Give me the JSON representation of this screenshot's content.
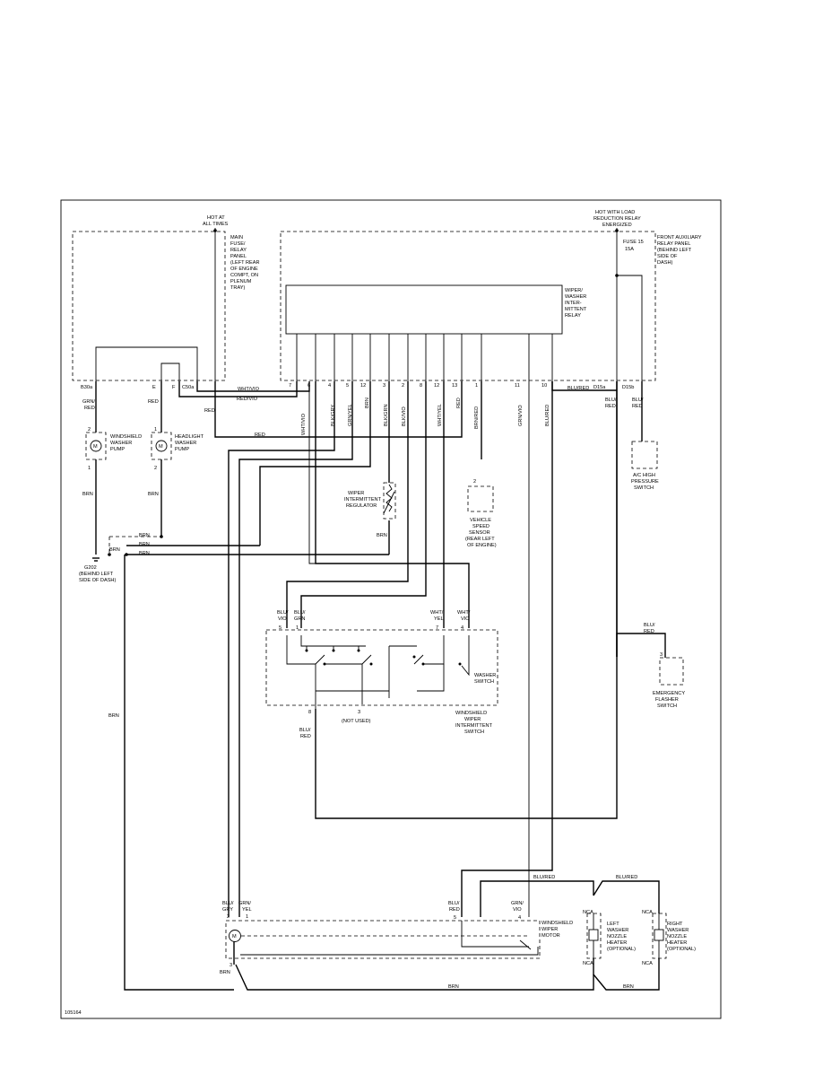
{
  "diagram": {
    "code": "105164",
    "nodes": {
      "hot_all_times": [
        "HOT AT",
        "ALL TIMES"
      ],
      "hot_load": [
        "HOT WITH LOAD",
        "REDUCTION RELAY",
        "ENERGIZED"
      ],
      "main_fuse_panel": [
        "MAIN",
        "FUSE/",
        "RELAY",
        "PANEL",
        "(LEFT REAR",
        "OF ENGINE",
        "COMPT, ON",
        "PLENUM",
        "TRAY)"
      ],
      "front_aux_panel": [
        "FRONT AUXILIARY",
        "RELAY PANEL",
        "(BEHIND LEFT",
        "SIDE OF",
        "DASH)"
      ],
      "fuse15": [
        "FUSE 15",
        "15A"
      ],
      "relay": [
        "WIPER/",
        "WASHER",
        "INTER-",
        "MITTENT",
        "RELAY"
      ],
      "ws_washer_pump": [
        "WINDSHIELD",
        "WASHER",
        "PUMP"
      ],
      "hl_washer_pump": [
        "HEADLIGHT",
        "WASHER",
        "PUMP"
      ],
      "regulator": [
        "WIPER",
        "INTERMITTENT",
        "REGULATOR"
      ],
      "speed_sensor": [
        "VEHICLE",
        "SPEED",
        "SENSOR",
        "(REAR LEFT",
        "OF ENGINE)"
      ],
      "ac_switch": [
        "A/C HIGH",
        "PRESSURE",
        "SWITCH"
      ],
      "ground": [
        "G202",
        "(BEHIND LEFT",
        "SIDE OF DASH)"
      ],
      "washer_sw": [
        "WASHER",
        "SWITCH"
      ],
      "int_switch": [
        "WINDSHIELD",
        "WIPER",
        "INTERMITTENT",
        "SWITCH"
      ],
      "not_used": [
        "(NOT USED)"
      ],
      "flasher": [
        "EMERGENCY",
        "FLASHER",
        "SWITCH"
      ],
      "motor": [
        "WINDSHIELD",
        "WIPER",
        "MOTOR"
      ],
      "left_heater": [
        "LEFT",
        "WASHER",
        "NOZZLE",
        "HEATER",
        "(OPTIONAL)"
      ],
      "right_heater": [
        "RIGHT",
        "WASHER",
        "NOZZLE",
        "HEATER",
        "(OPTIONAL)"
      ]
    },
    "connectors": {
      "b30a": "B30a",
      "e": "E",
      "f": "F",
      "c50a": "C50a",
      "d15a": "D15a",
      "d15b": "D15b"
    },
    "wires": {
      "grn_red": [
        "GRN/",
        "RED"
      ],
      "red": "RED",
      "wht_vio": "WHT/VIO",
      "red_vio": "RED/VIO",
      "blu_red": "BLU/RED",
      "brn": "BRN",
      "relay_pins": [
        {
          "pin": "7",
          "color": "WHT/VIO"
        },
        {
          "pin": "6",
          "color": ""
        },
        {
          "pin": "4",
          "color": "BLK/GRY"
        },
        {
          "pin": "5",
          "color": "GRN/YEL"
        },
        {
          "pin": "12",
          "color": "BRN"
        },
        {
          "pin": "3",
          "color": "BLK/GRN"
        },
        {
          "pin": "2",
          "color": "BLK/VIO"
        },
        {
          "pin": "8",
          "color": ""
        },
        {
          "pin": "12",
          "color": "WHT/YEL"
        },
        {
          "pin": "13",
          "color": "RED"
        },
        {
          "pin": "1",
          "color": "BRN/RED"
        },
        {
          "pin": "11",
          "color": "GRN/VIO"
        },
        {
          "pin": "10",
          "color": "BLU/RED"
        }
      ],
      "blu_red_v": [
        "BLU/",
        "RED"
      ],
      "blu_vio": [
        "BLU/",
        "VIO"
      ],
      "blu_grn": [
        "BLU/",
        "GRN"
      ],
      "wht_yel": [
        "WHT/",
        "YEL"
      ],
      "wht_vio_v": [
        "WHT/",
        "VIO"
      ],
      "blu_gry": [
        "BLU/",
        "GRY"
      ],
      "grn_yel": [
        "GRN/",
        "YEL"
      ],
      "grn_vio": [
        "GRN/",
        "VIO"
      ]
    },
    "pins": {
      "sw_5": "5",
      "sw_1": "1",
      "sw_7": "7",
      "sw_4": "4",
      "sw_8": "8",
      "sw_3": "3",
      "pump_2": "2",
      "pump_1": "1",
      "hl_1": "1",
      "hl_2": "2",
      "ss_2": "2",
      "fl_3": "3",
      "m_2": "2",
      "m_1": "1",
      "m_5": "5",
      "m_4": "4",
      "m_3": "3",
      "nca": "NCA",
      "motor_m": "M",
      "pump_m": "M",
      "hl_m": "M"
    }
  }
}
